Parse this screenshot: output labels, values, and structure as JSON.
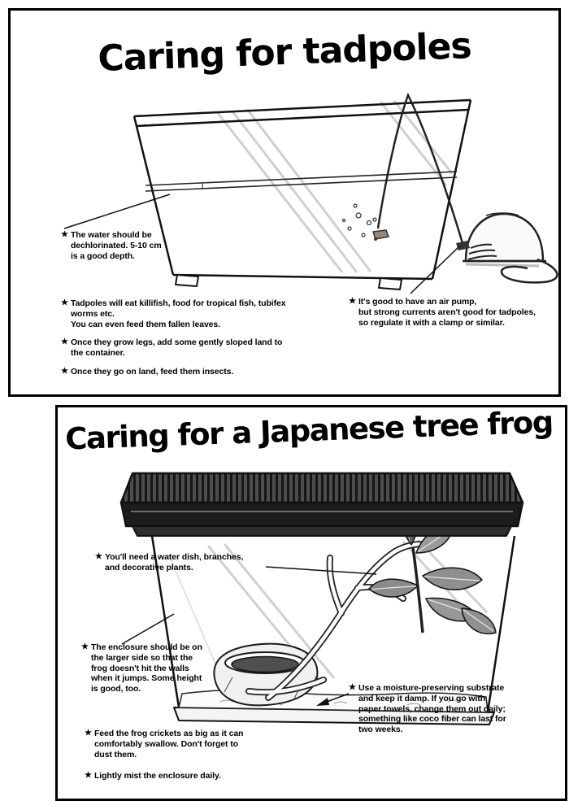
{
  "page": {
    "background": "#ffffff",
    "ink": "#111111"
  },
  "panels": [
    {
      "title": "Caring for tadpoles",
      "illustration": "tadpole-aquarium-with-air-pump",
      "annotations": [
        {
          "bullet": "★",
          "lines": [
            "The water should be",
            "dechlorinated. 5-10 cm",
            "is a good depth."
          ]
        },
        {
          "bullet": "★",
          "lines": [
            "Tadpoles will eat killifish, food for tropical fish, tubifex",
            "worms etc.",
            "You can even feed them fallen leaves."
          ]
        },
        {
          "bullet": "★",
          "lines": [
            "Once they grow legs, add some gently sloped land to",
            "the container."
          ]
        },
        {
          "bullet": "★",
          "lines": [
            "Once they go on land, feed them insects."
          ]
        },
        {
          "bullet": "★",
          "lines": [
            "It's good to have an air pump,",
            "but strong currents aren't good for tadpoles,",
            "so regulate it with a clamp or similar."
          ]
        }
      ]
    },
    {
      "title": "Caring for a Japanese tree frog",
      "illustration": "tree-frog-terrarium",
      "annotations": [
        {
          "bullet": "★",
          "lines": [
            "You'll need a water dish, branches,",
            "and decorative plants."
          ]
        },
        {
          "bullet": "★",
          "lines": [
            "The enclosure should be on",
            "the larger side so that the",
            "frog doesn't hit the walls",
            "when it jumps. Some height",
            "is good, too."
          ]
        },
        {
          "bullet": "★",
          "lines": [
            "Use a moisture-preserving substrate",
            "and keep it damp. If you go with",
            "paper towels, change them out daily;",
            "something like coco fiber can last for",
            "two weeks."
          ]
        },
        {
          "bullet": "★",
          "lines": [
            "Feed the frog crickets as big as it can",
            "comfortably swallow. Don't forget to",
            "dust them."
          ]
        },
        {
          "bullet": "★",
          "lines": [
            "Lightly mist the enclosure daily."
          ]
        }
      ]
    }
  ]
}
